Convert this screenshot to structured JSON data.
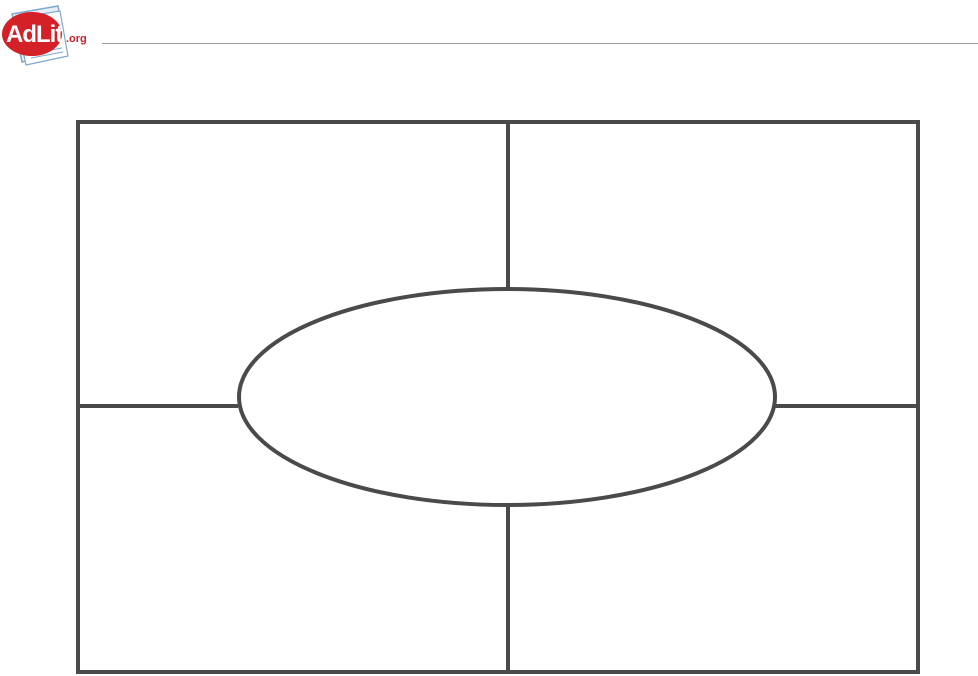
{
  "logo": {
    "text_main": "AdLit",
    "text_suffix": ".org",
    "colors": {
      "red": "#d42027",
      "white": "#ffffff",
      "page_blue": "#7fa7cf",
      "page_light": "#e8eef6"
    }
  },
  "header": {
    "rule_color": "#9a9a9a"
  },
  "organizer": {
    "type": "four-square graphic organizer with center oval",
    "stroke_color": "#4a4a4a",
    "quadrants": [
      {
        "id": "top-left",
        "text": ""
      },
      {
        "id": "top-right",
        "text": ""
      },
      {
        "id": "bottom-left",
        "text": ""
      },
      {
        "id": "bottom-right",
        "text": ""
      }
    ],
    "center_oval": {
      "text": ""
    }
  }
}
